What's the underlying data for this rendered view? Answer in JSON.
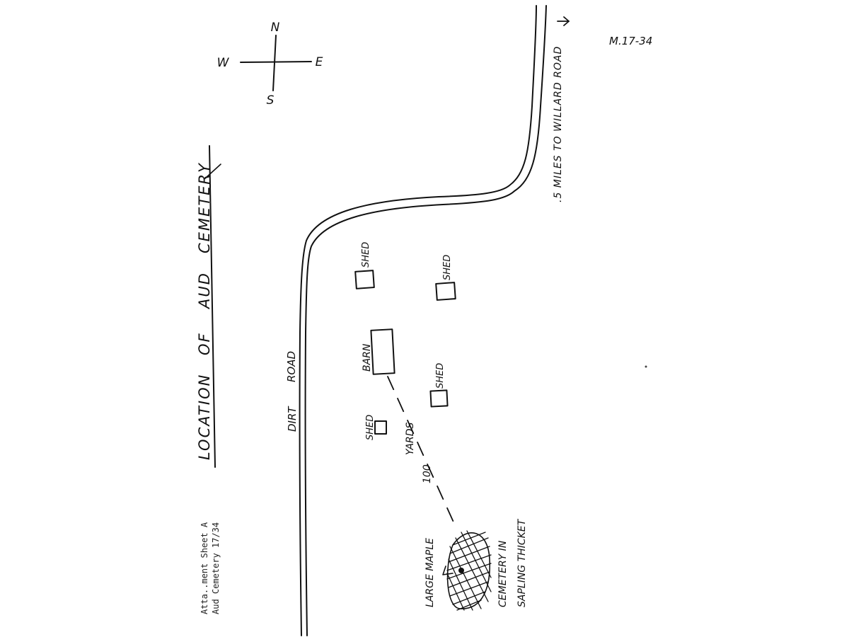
{
  "title": "LOCATION OF AUD CEMETERY",
  "title_words": [
    "LOCATION",
    "OF",
    "AUD",
    "CEMETERY"
  ],
  "sheet_ref": "M.17-34",
  "compass": {
    "north": "N",
    "south": "S",
    "east": "E",
    "west": "W"
  },
  "roads": {
    "dirt_road_words": [
      "DIRT",
      "ROAD"
    ],
    "willard_note": ".5 MILES TO WILLARD ROAD"
  },
  "buildings": {
    "barn": "BARN",
    "shed": "SHED"
  },
  "distance_words": [
    "100",
    "YARDS"
  ],
  "landmarks": {
    "maple": "LARGE MAPLE",
    "cemetery_line1": "CEMETERY IN",
    "cemetery_line2": "SAPLING THICKET"
  },
  "attachment_line1": "Atta..ment Sheet A",
  "attachment_line2": "Aud Cemetery 17/34",
  "colors": {
    "ink": "#111111",
    "paper": "#ffffff"
  }
}
